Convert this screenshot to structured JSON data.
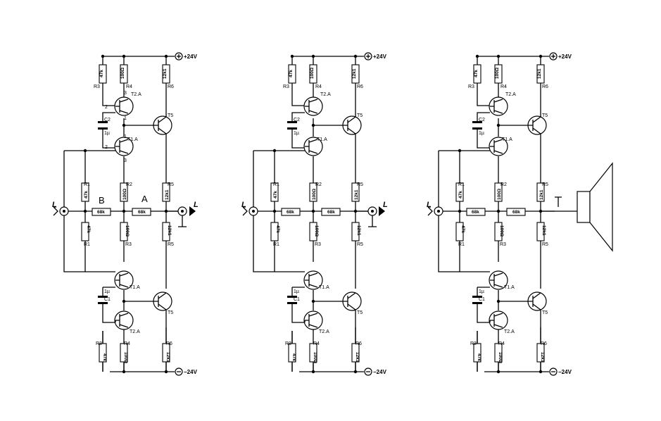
{
  "rails": {
    "positive": "+24V",
    "negative": "−24V",
    "plus_sign": "+",
    "minus_sign": "−"
  },
  "letters": {
    "a": "A",
    "b": "B"
  },
  "io": {
    "left": "L",
    "right": "L"
  },
  "components": {
    "R3": {
      "ref": "R3",
      "value": "47k"
    },
    "R4": {
      "ref": "R4",
      "value": "100Ω"
    },
    "R6": {
      "ref": "R6",
      "value": "12k1"
    },
    "R1": {
      "ref": "R1",
      "value": "47k"
    },
    "R2": {
      "ref": "R2",
      "value": "100Ω"
    },
    "R5": {
      "ref": "R5",
      "value": "12k1"
    },
    "RB": {
      "value": "68k"
    },
    "RA": {
      "value": "68k"
    },
    "R1m": {
      "ref": "R1",
      "value": "47k"
    },
    "R3m": {
      "ref": "R3",
      "value": "100Ω"
    },
    "R5m": {
      "ref": "R5",
      "value": "12k1"
    },
    "R3b": {
      "ref": "R3",
      "value": "47k"
    },
    "R4b": {
      "ref": "R4",
      "value": "100Ω"
    },
    "R6b": {
      "ref": "R6",
      "value": "12k1"
    },
    "C2": {
      "ref": "C2",
      "value": "1µ"
    },
    "C1": {
      "ref": "C1",
      "value": "1µ"
    },
    "T2A": {
      "ref": "T2.A"
    },
    "T1A": {
      "ref": "T1.A"
    },
    "T5": {
      "ref": "T5"
    },
    "T1Ab": {
      "ref": "T1.A"
    },
    "T2Ab": {
      "ref": "T2.A"
    },
    "T5b": {
      "ref": "T5"
    }
  },
  "pins": {
    "p1": "1",
    "p2": "2",
    "p3": "3"
  },
  "colors": {
    "ink": "#000000",
    "paper": "#ffffff"
  }
}
